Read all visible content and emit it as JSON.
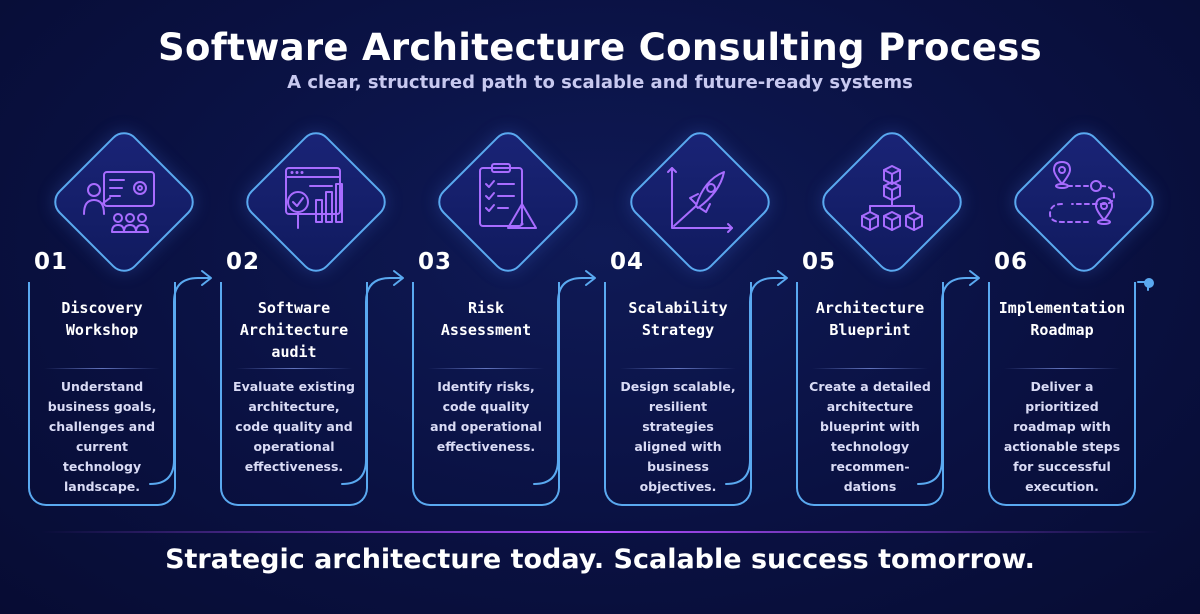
{
  "header": {
    "title": "Software Architecture Consulting Process",
    "subtitle": "A clear, structured path to scalable and future-ready systems"
  },
  "colors": {
    "accent_line": "#5aa9f0",
    "icon_stroke": "#a86cff",
    "background": "#0a1142",
    "divider": "#b04cff"
  },
  "steps": [
    {
      "number": "01",
      "title": "Discovery\nWorkshop",
      "description": "Understand\nbusiness goals,\nchallenges and\ncurrent\ntechnology\nlandscape.",
      "icon": "presentation-meeting-icon"
    },
    {
      "number": "02",
      "title": "Software\nArchitecture\naudit",
      "description": "Evaluate existing\narchitecture,\ncode quality and\noperational\neffectiveness.",
      "icon": "audit-analytics-icon"
    },
    {
      "number": "03",
      "title": "Risk\nAssessment",
      "description": "Identify risks,\ncode quality\nand operational\neffectiveness.",
      "icon": "checklist-warning-icon"
    },
    {
      "number": "04",
      "title": "Scalability\nStrategy",
      "description": "Design scalable,\nresilient\nstrategies\naligned with\nbusiness\nobjectives.",
      "icon": "rocket-growth-icon"
    },
    {
      "number": "05",
      "title": "Architecture\nBlueprint",
      "description": "Create a detailed\narchitecture\nblueprint with\ntechnology\nrecommen-\ndations",
      "icon": "cubes-structure-icon"
    },
    {
      "number": "06",
      "title": "Implementation\nRoadmap",
      "description": "Deliver a\nprioritized\nroadmap with\nactionable steps\nfor successful\nexecution.",
      "icon": "roadmap-pins-icon"
    }
  ],
  "footer": {
    "tagline": "Strategic architecture today. Scalable success tomorrow."
  }
}
